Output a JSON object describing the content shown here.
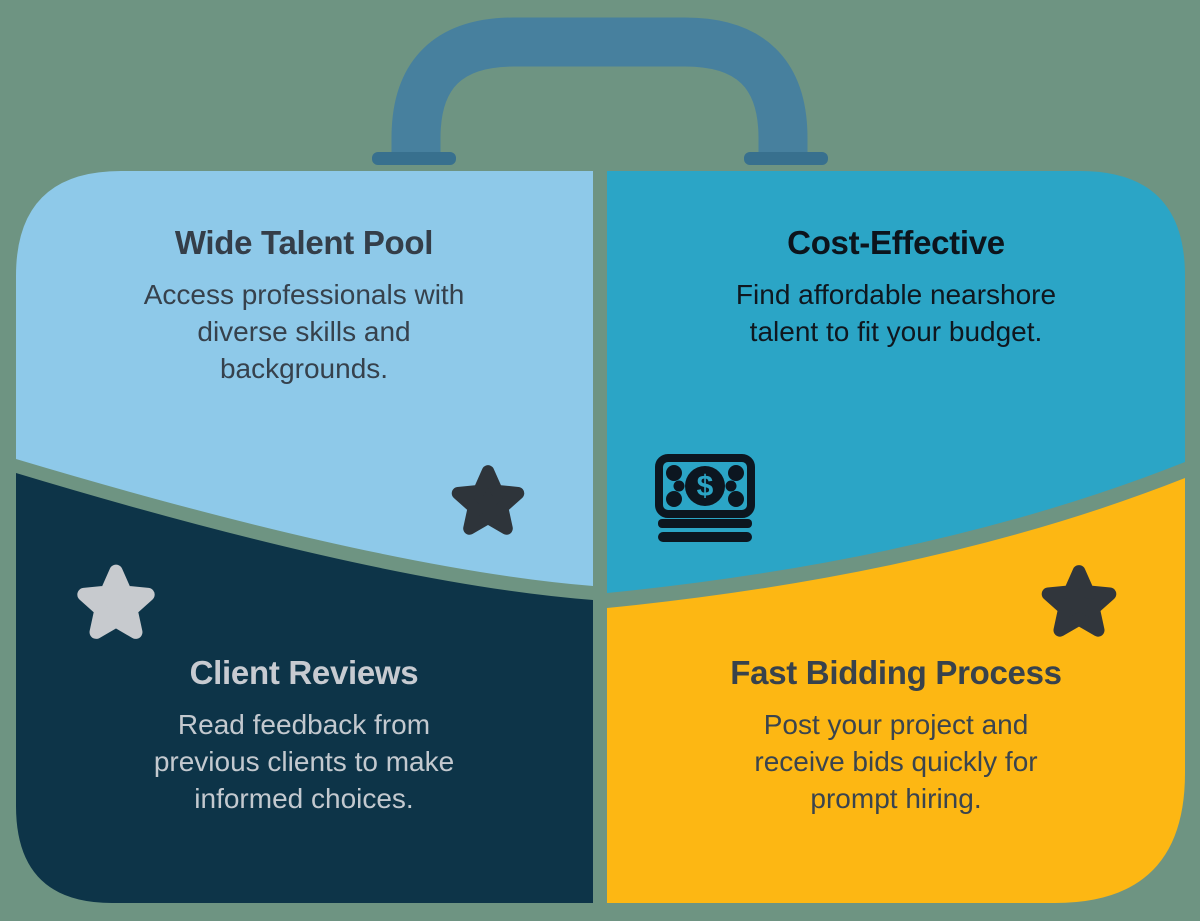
{
  "infographic": {
    "background_color": "#6E9482",
    "handle_color": "#47809E",
    "handle_foot_color": "#38708E",
    "quadrants": [
      {
        "id": "top-left",
        "title": "Wide Talent Pool",
        "description": "Access professionals with\ndiverse skills and\nbackgrounds.",
        "panel_color": "#8EC9E9",
        "text_color": "#36414C",
        "icon": "star-icon",
        "icon_color": "#2E343A"
      },
      {
        "id": "top-right",
        "title": "Cost-Effective",
        "description": "Find affordable nearshore\ntalent to fit your budget.",
        "panel_color": "#2BA5C6",
        "text_color": "#0F171F",
        "icon": "money-stack-icon",
        "icon_color": "#0C1620"
      },
      {
        "id": "bottom-left",
        "title": "Client Reviews",
        "description": "Read feedback from\nprevious clients to make\ninformed choices.",
        "panel_color": "#0D3448",
        "text_color": "#C7CBD1",
        "icon": "star-icon",
        "icon_color": "#C7CACE"
      },
      {
        "id": "bottom-right",
        "title": "Fast Bidding Process",
        "description": "Post your project and\nreceive bids quickly for\nprompt hiring.",
        "panel_color": "#FDB713",
        "text_color": "#3A444E",
        "icon": "star-icon",
        "icon_color": "#31363C"
      }
    ],
    "icons": {
      "dollar_glyph": "$"
    }
  }
}
